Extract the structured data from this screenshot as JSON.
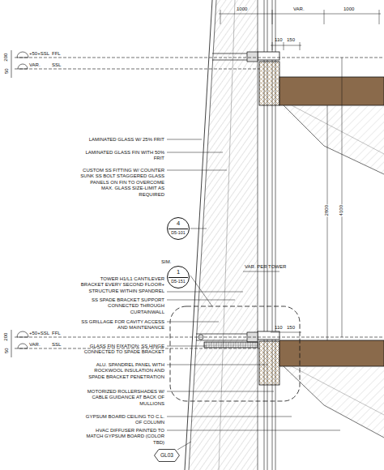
{
  "diagram": {
    "nodes": [
      {
        "text": [
          "4",
          "D5-101"
        ]
      },
      {
        "text": [
          "SIM.",
          "1",
          "D5-151"
        ]
      },
      {
        "text": [
          "GL03"
        ]
      }
    ],
    "labels": [
      "+50+SSL",
      "FFL",
      "VAR.",
      "SSL",
      "200",
      "50",
      "1000",
      "VAR.",
      "1000",
      "110",
      "150",
      "2800",
      "4100",
      "LAMINATED GLASS W/ 25% FRIT",
      "LAMINATED GLASS FIN WITH 50% FRIT",
      "CUSTOM SS FITTING W/ COUNTER SUNK SS BOLT STAGGERED GLASS PANELS ON FIN TO OVERCOME MAX. GLASS SIZE-LIMIT AS REQUIRED",
      "TOWER H1/L1 CANTILEVER BRACKET EVERY SECOND FLOOR+ STRUCTURE WITHIN SPANDREL",
      "VAR. PER TOWER",
      "SS SPADE BRACKET SUPPORT CONNECTED THROUGH CURTAINWALL",
      "SS GRILLAGE FOR CAVITY ACCESS AND MAINTENANCE",
      "+50+SSL",
      "FFL",
      "VAR.",
      "SSL",
      "200",
      "50",
      "110",
      "150",
      "GLASS FIN FIXATION: SS HINGE CONNECTED TO SPADE BRACKET",
      "ALU. SPANDREL PANEL WITH ROCKWOOL INSULATION AND SPADE BRACKET PENETRATION",
      "MOTORIZED ROLLERSHADES W/ CABLE GUIDANCE AT BACK OF MULLIONS",
      "GYPSUM BOARD CEILING TO C.L. OF COLUMN",
      "HVAC DIFFUSER PAINTED TO MATCH GYPSUM BOARD (COLOR TBD)"
    ]
  }
}
